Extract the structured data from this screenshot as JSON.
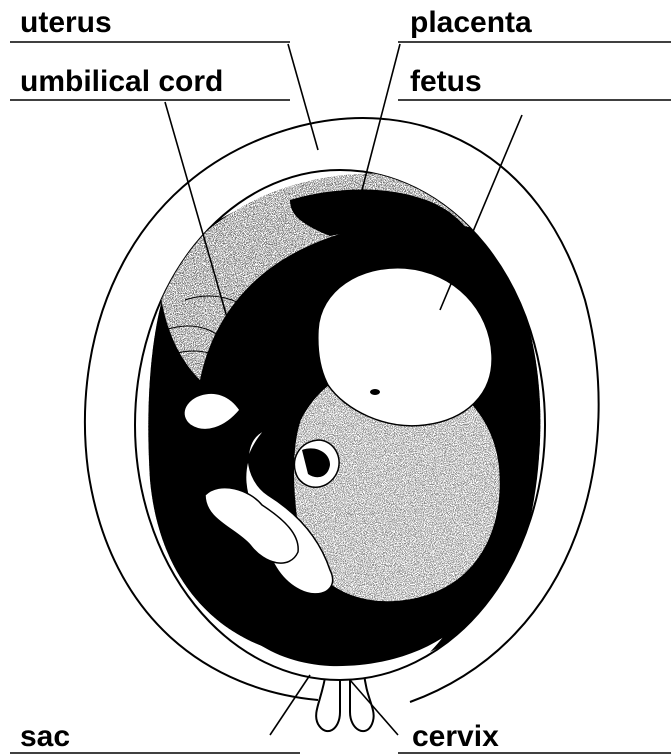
{
  "labels": {
    "uterus": "uterus",
    "placenta": "placenta",
    "umbilical_cord": "umbilical cord",
    "fetus": "fetus",
    "sac": "sac",
    "cervix": "cervix"
  },
  "colors": {
    "ink": "#000000",
    "paper": "#ffffff"
  }
}
